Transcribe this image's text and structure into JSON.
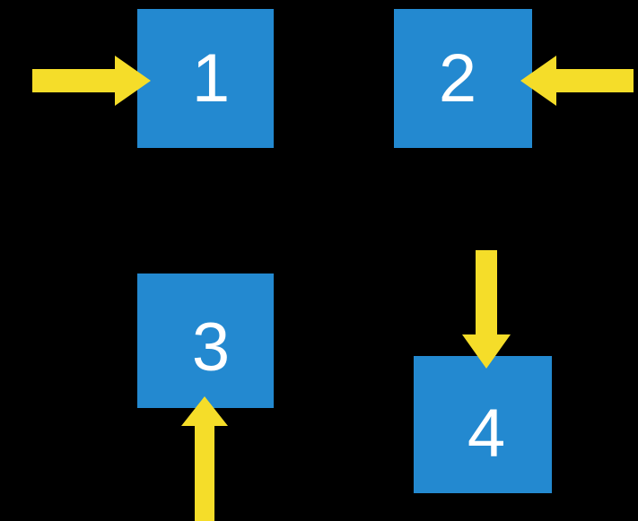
{
  "diagram": {
    "title": "four-node block diagram with directional arrows",
    "background_color": "#000000",
    "node_color": "#2389d0",
    "node_label_color": "#ffffff",
    "arrow_color": "#f5dd29",
    "nodes": [
      {
        "id": "node-1",
        "label": "1"
      },
      {
        "id": "node-2",
        "label": "2"
      },
      {
        "id": "node-3",
        "label": "3"
      },
      {
        "id": "node-4",
        "label": "4"
      }
    ],
    "arrows": [
      {
        "id": "arrow-into-1",
        "direction": "right",
        "target": "1",
        "icon": "arrow-right-icon"
      },
      {
        "id": "arrow-into-2",
        "direction": "left",
        "target": "2",
        "icon": "arrow-left-icon"
      },
      {
        "id": "arrow-into-3",
        "direction": "up",
        "target": "3",
        "icon": "arrow-up-icon"
      },
      {
        "id": "arrow-into-4",
        "direction": "down",
        "target": "4",
        "icon": "arrow-down-icon"
      }
    ]
  }
}
